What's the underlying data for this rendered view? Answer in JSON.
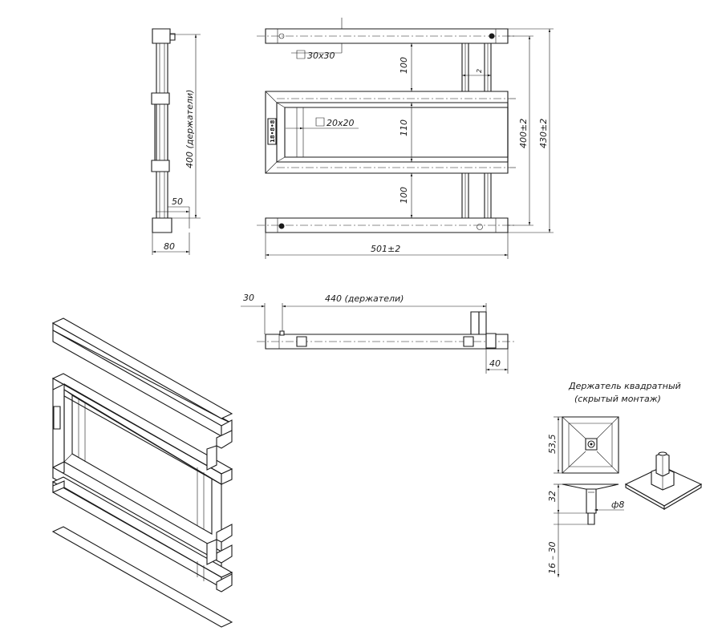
{
  "dimensions": {
    "side_height": "400 (держатели)",
    "side_depth_small": "50",
    "side_depth_total": "80",
    "top_tube_section": "30x30",
    "inner_tube_section": "20x20",
    "gap_top": "100",
    "gap_middle": "110",
    "gap_bottom": "100",
    "height_inner": "400±2",
    "height_outer": "430±2",
    "width_total": "501±2",
    "bottom_offset": "30",
    "holders_distance": "440 (держатели)",
    "bottom_right": "40",
    "small_tick": "2"
  },
  "holder": {
    "title_line1": "Держатель квадратный",
    "title_line2": "(скрытый монтаж)",
    "width": "53,5",
    "height": "32",
    "diameter": "ф8",
    "range": "16 – 30"
  },
  "label_plate": "18•8•8"
}
